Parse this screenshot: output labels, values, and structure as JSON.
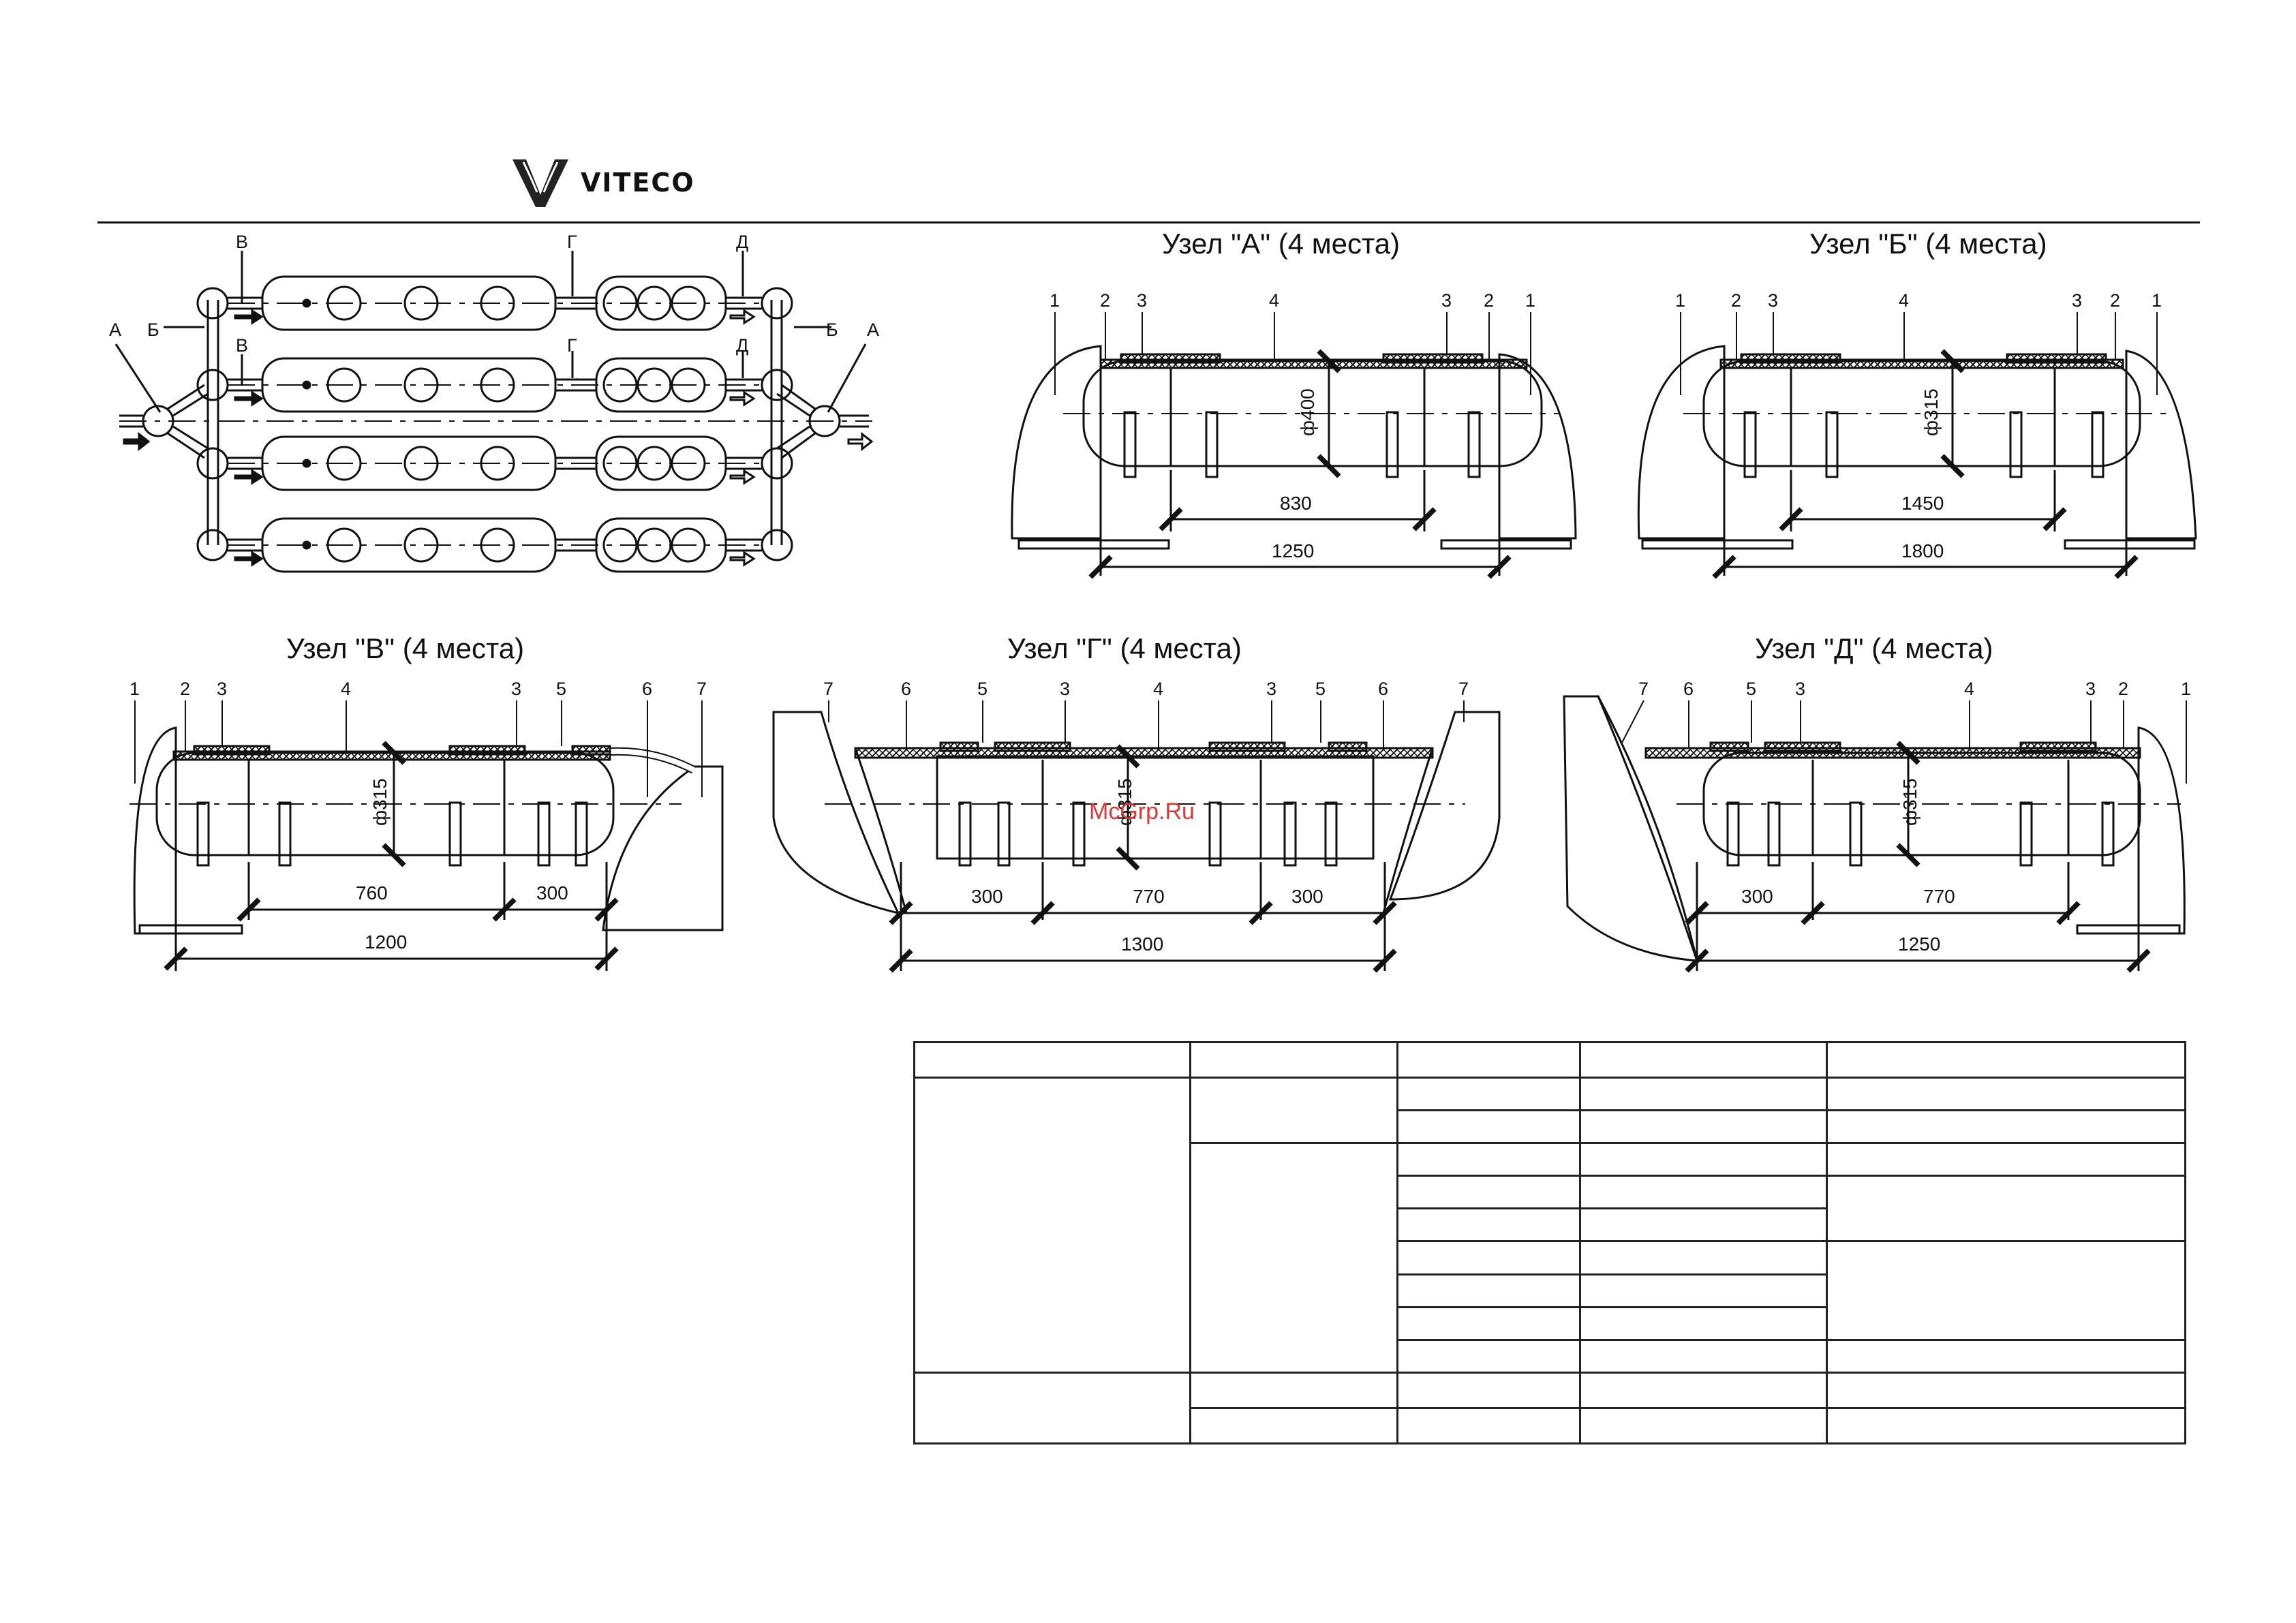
{
  "brand": {
    "name": "VITECO"
  },
  "overview": {
    "labels": {
      "A": "А",
      "B": "Б",
      "V": "В",
      "G": "Г",
      "D": "Д"
    }
  },
  "nodes": [
    {
      "id": "A",
      "title": "Узел \"А\" (4 места)",
      "callouts": [
        "1",
        "2",
        "3",
        "4",
        "3",
        "2",
        "1"
      ],
      "diameter": "ф400",
      "dims": [
        "830",
        "1250"
      ]
    },
    {
      "id": "B",
      "title": "Узел \"Б\" (4 места)",
      "callouts": [
        "1",
        "2",
        "3",
        "4",
        "3",
        "2",
        "1"
      ],
      "diameter": "ф315",
      "dims": [
        "1450",
        "1800"
      ]
    },
    {
      "id": "V",
      "title": "Узел \"В\" (4 места)",
      "callouts": [
        "1",
        "2",
        "3",
        "4",
        "3",
        "5",
        "6",
        "7"
      ],
      "diameter": "ф315",
      "dims": [
        "760",
        "300",
        "1200"
      ]
    },
    {
      "id": "G",
      "title": "Узел \"Г\" (4 места)",
      "callouts": [
        "7",
        "6",
        "5",
        "3",
        "4",
        "3",
        "5",
        "6",
        "7"
      ],
      "diameter": "ф315",
      "dims": [
        "300",
        "770",
        "300",
        "1300"
      ]
    },
    {
      "id": "D",
      "title": "Узел \"Д\" (4 места)",
      "callouts": [
        "7",
        "6",
        "5",
        "3",
        "4",
        "3",
        "2",
        "1"
      ],
      "diameter": "ф315",
      "dims": [
        "300",
        "770",
        "1250"
      ]
    }
  ],
  "watermark": "McGrp.Ru",
  "colors": {
    "line": "#111111",
    "watermark": "#d43a3a"
  }
}
